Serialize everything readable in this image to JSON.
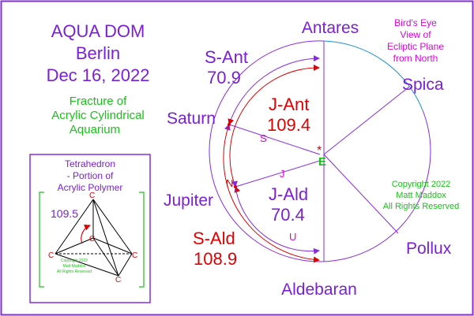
{
  "colors": {
    "border": "#8a2be2",
    "purple": "#8a2be2",
    "violet_text": "#7b1fd6",
    "red": "#e00000",
    "green": "#19c019",
    "magenta": "#e000e0",
    "blue_arc": "#1a8fd8",
    "black": "#000000"
  },
  "header": {
    "title_1": "AQUA DOM",
    "title_2": "Berlin",
    "title_3": "Dec 16, 2022"
  },
  "subtitle": {
    "line_1": "Fracture of",
    "line_2": "Acrylic Cylindrical",
    "line_3": "Aquarium"
  },
  "legend_box": {
    "line_1": "Bird's Eye",
    "line_2": "View of",
    "line_3": "Ecliptic Plane",
    "line_4": "from North"
  },
  "copyright": {
    "line_1": "Copyright 2022",
    "line_2": "Matt Maddox",
    "line_3": "All Rights Reserved"
  },
  "inset": {
    "title_1": "Tetrahedron",
    "title_2": "- Portion of",
    "title_3": "Acrylic Polymer",
    "angle": "109.5",
    "atom_label": "C",
    "copyright_1": "Copyright 2022",
    "copyright_2": "Matt Maddox",
    "copyright_3": "All Rights Reserved"
  },
  "stars": {
    "antares": "Antares",
    "spica": "Spica",
    "saturn": "Saturn",
    "jupiter": "Jupiter",
    "pollux": "Pollux",
    "aldebaran": "Aldebaran"
  },
  "angles": {
    "s_ant_label": "S-Ant",
    "s_ant_value": "70.9",
    "j_ant_label": "J-Ant",
    "j_ant_value": "109.4",
    "j_ald_label": "J-Ald",
    "j_ald_value": "70.4",
    "s_ald_label": "S-Ald",
    "s_ald_value": "108.9"
  },
  "markers": {
    "earth": "E",
    "saturn": "S",
    "jupiter": "J",
    "north_node": "N",
    "uranus": "U",
    "star": "*"
  }
}
